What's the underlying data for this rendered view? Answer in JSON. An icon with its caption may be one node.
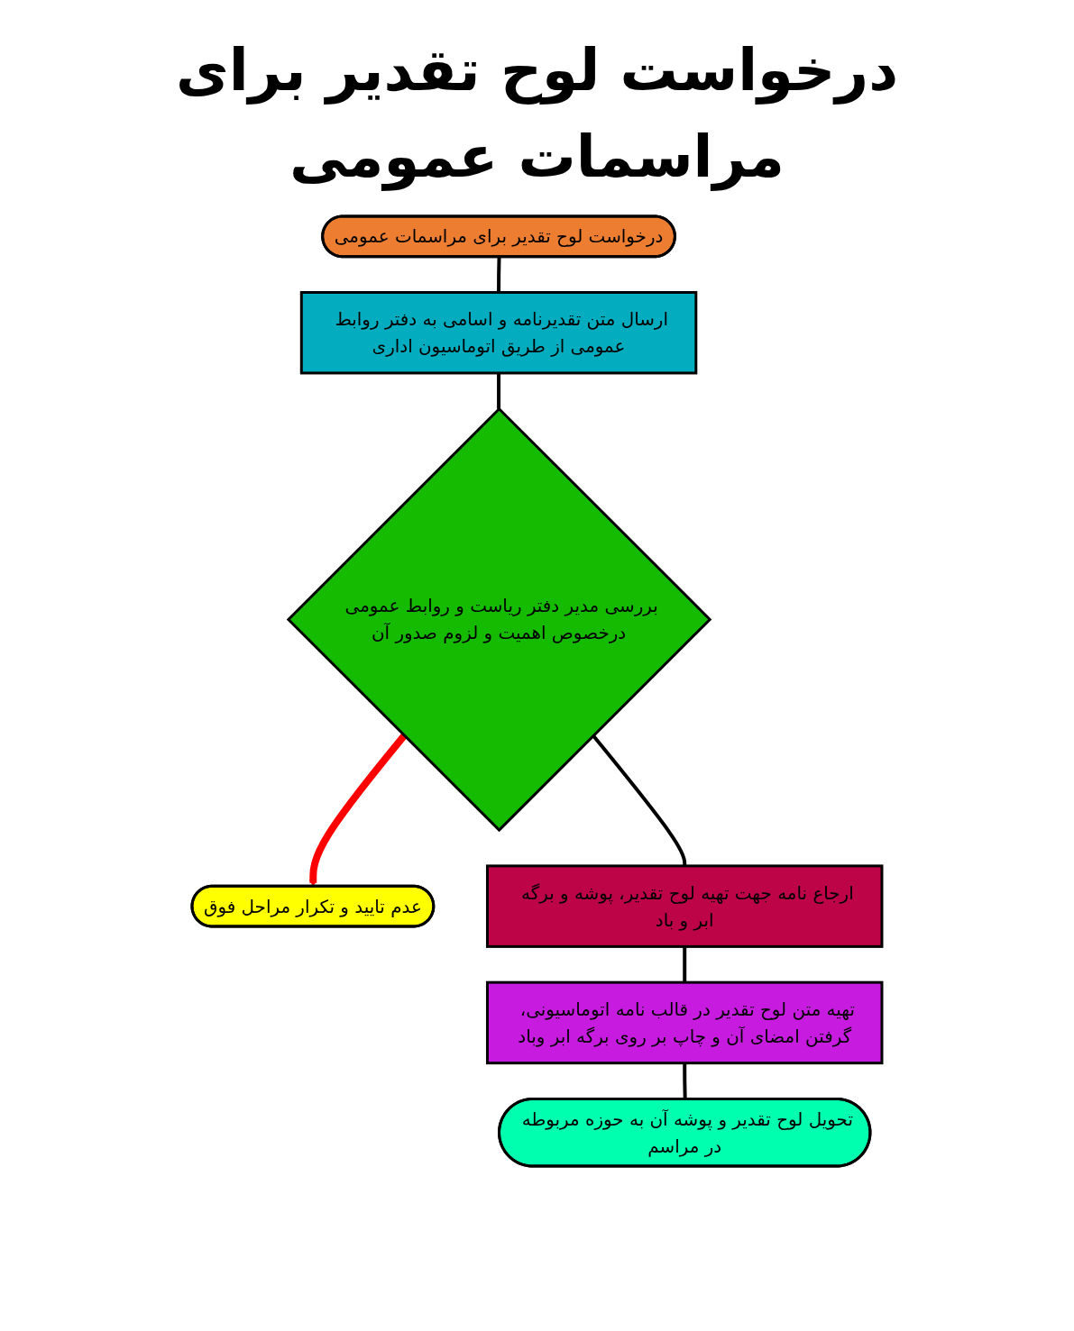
{
  "diagram": {
    "title": "درخواست لوح تقدیر برای مراسمات عمومی",
    "nodes": [
      {
        "text": [
          "درخواست لوح تقدیر برای مراسمات عمومی"
        ]
      },
      {
        "text": [
          "ارسال متن تقدیرنامه و اسامی به دفتر روابط عمومی از طریق اتوماسیون اداری"
        ]
      },
      {
        "text": [
          "بررسی مدیر دفتر ریاست و روابط عمومی درخصوص اهمیت و لزوم صدور آن"
        ]
      },
      {
        "text": [
          "عدم تایید و تکرار مراحل فوق"
        ]
      },
      {
        "text": [
          "ارجاع نامه جهت تهیه لوح تقدیر، پوشه و برگه ابر و باد"
        ]
      },
      {
        "text": [
          "تهیه متن لوح تقدیر در قالب نامه اتوماسیونی، گرفتن امضای آن و چاپ بر روی برگه ابر وباد"
        ]
      },
      {
        "text": [
          "تحویل لوح تقدیر و پوشه آن به حوزه مربوطه در مراسم"
        ]
      }
    ],
    "edges": [
      {
        "from": 0,
        "to": 1,
        "arrow": "none"
      },
      {
        "from": 1,
        "to": 2,
        "arrow": "none"
      },
      {
        "from": 2,
        "to": 3,
        "arrow": "to",
        "style": "thick",
        "color": "#ff0000"
      },
      {
        "from": 2,
        "to": 4,
        "arrow": "none"
      },
      {
        "from": 4,
        "to": 5,
        "arrow": "none"
      },
      {
        "from": 5,
        "to": 6,
        "arrow": "none"
      }
    ]
  }
}
